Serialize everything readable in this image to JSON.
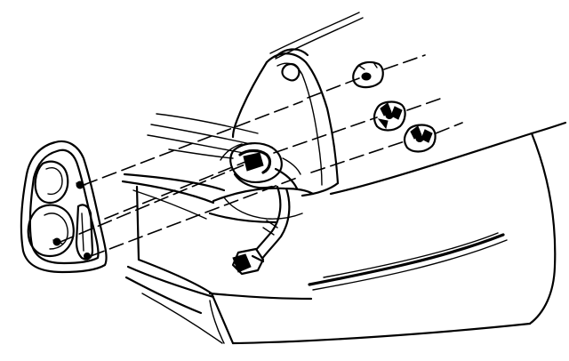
{
  "figure": {
    "has_text": false,
    "line_color": "#000000",
    "background": "#ffffff",
    "parts": [
      "tail-lamp-assembly",
      "lamp-housing-bracket",
      "bulb-socket",
      "wiring-harness-connector",
      "mounting-nut-upper",
      "mounting-nut-middle",
      "mounting-nut-lower",
      "rear-quarter-body",
      "rear-bumper-fascia"
    ]
  }
}
